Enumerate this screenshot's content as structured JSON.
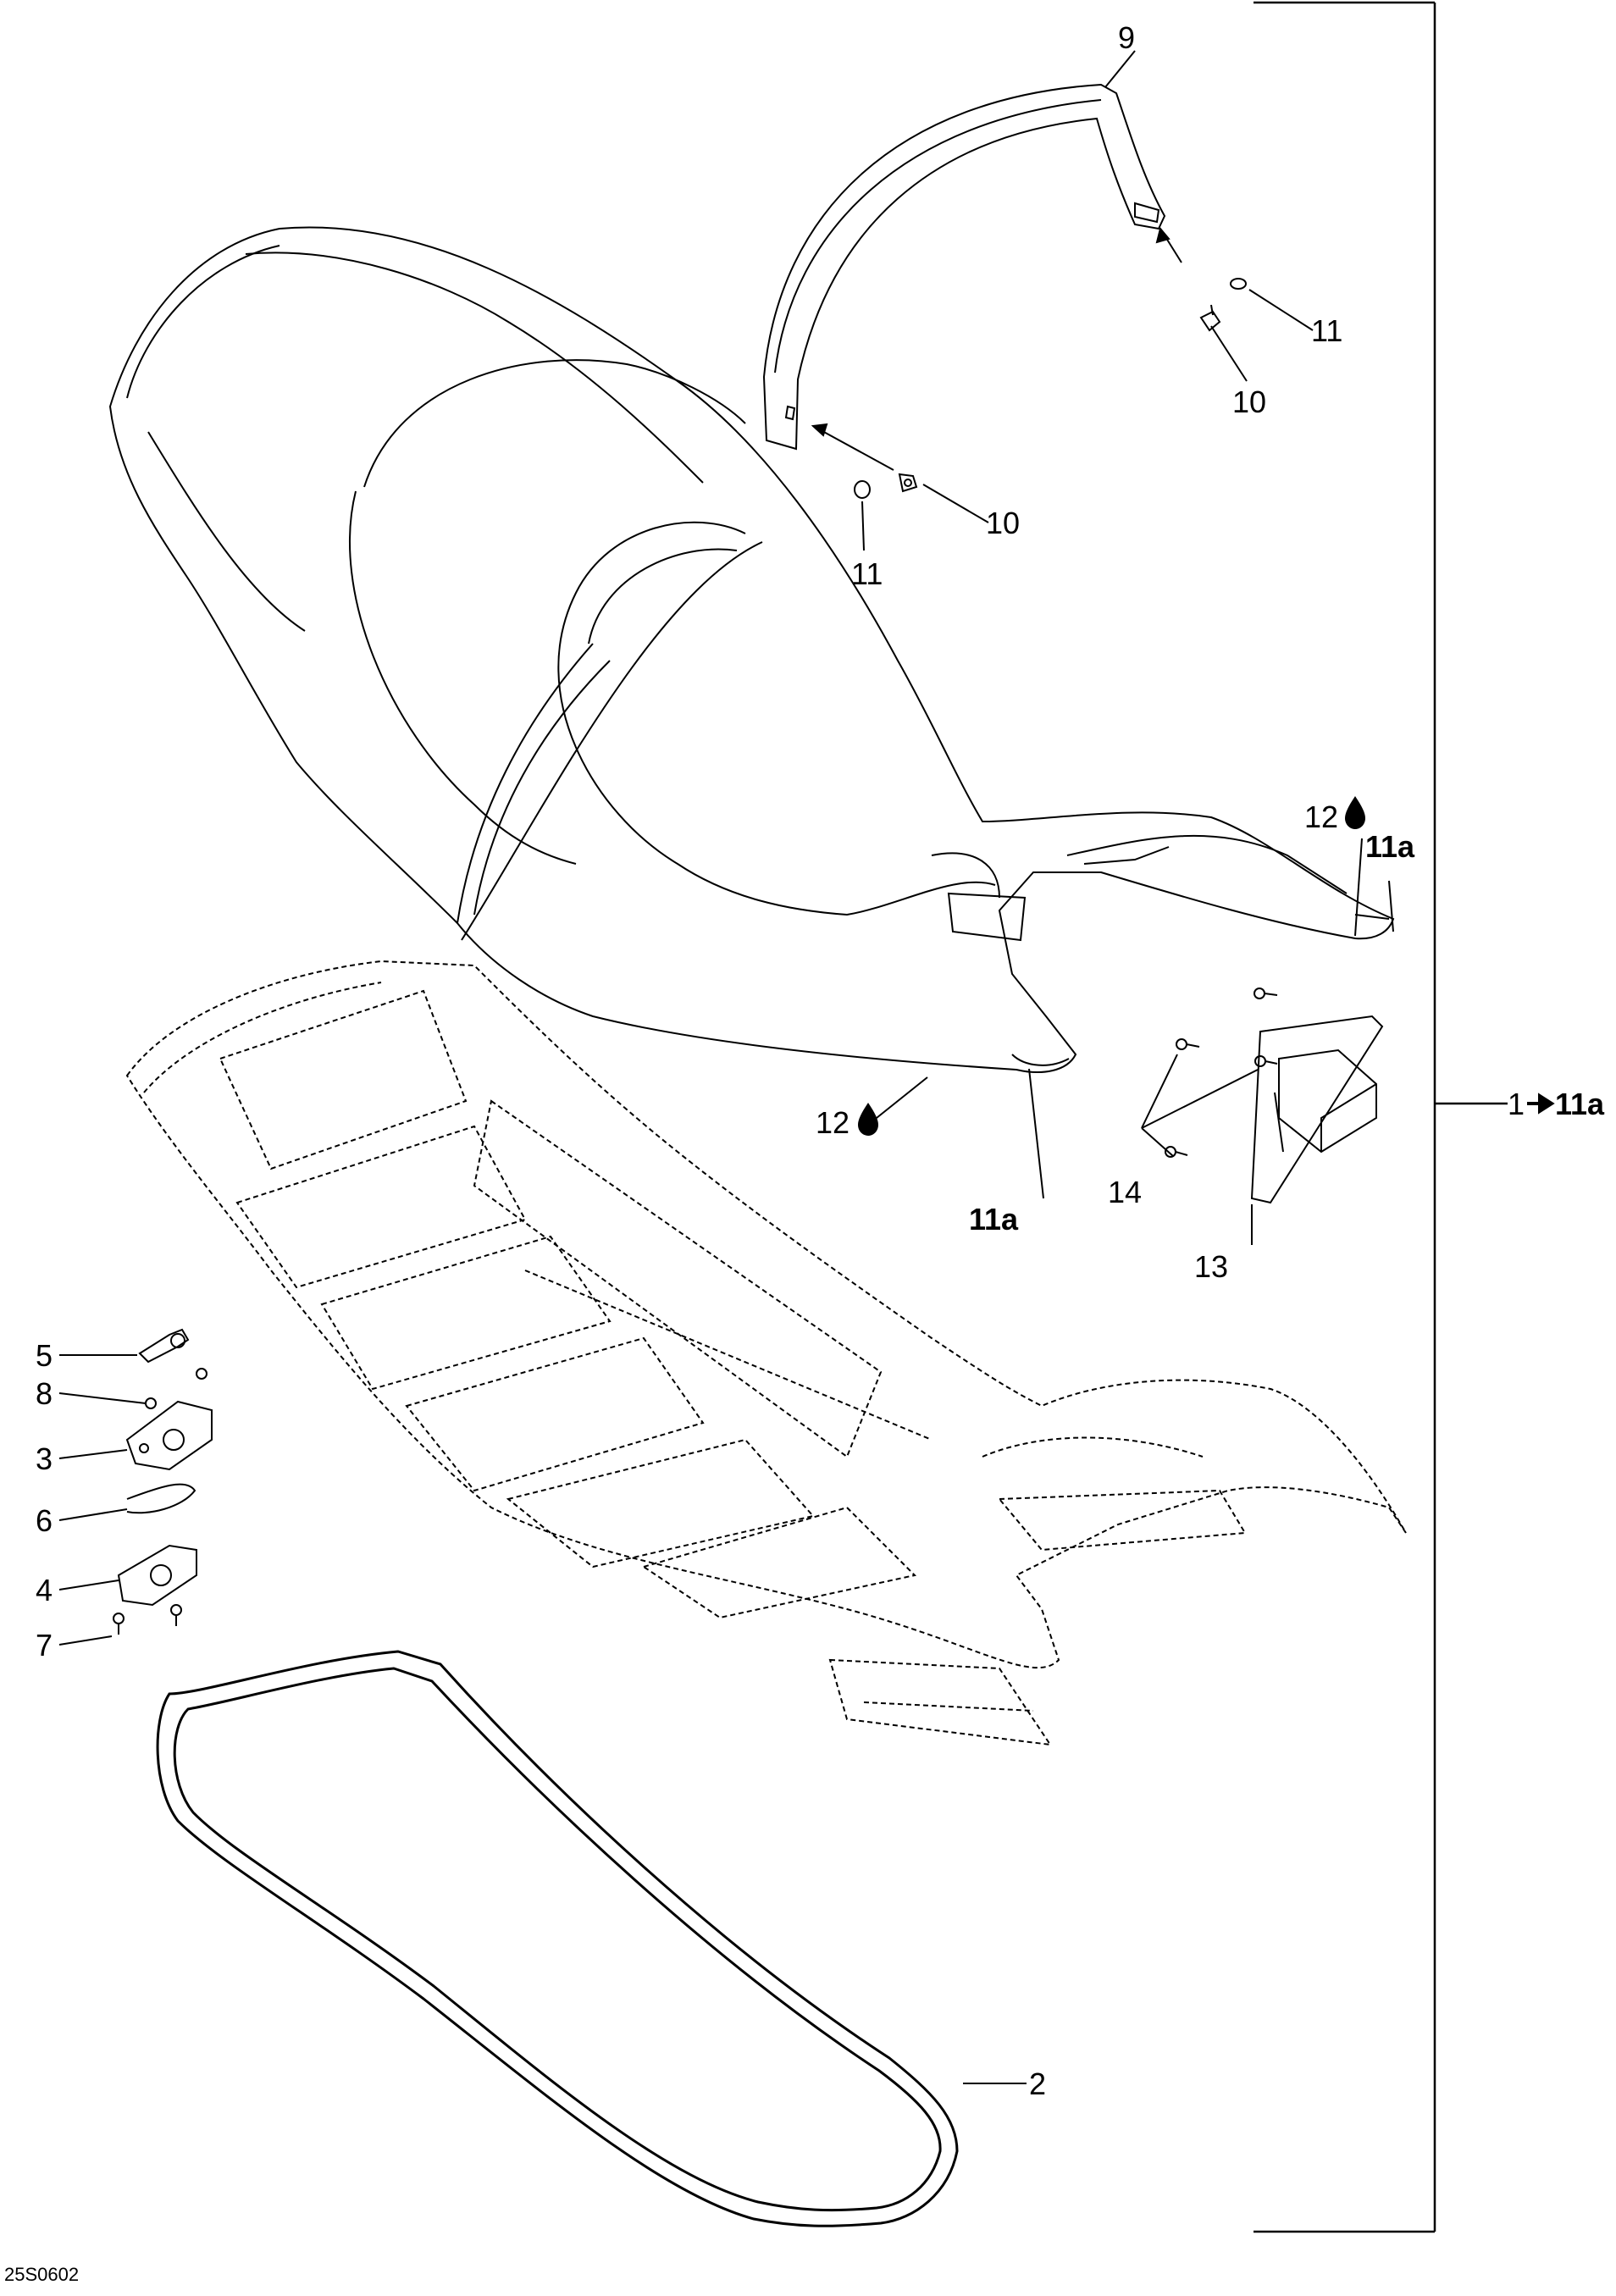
{
  "figure_code": "25S0602",
  "callouts": {
    "c1": "1",
    "c1_range_end": "11a",
    "c2": "2",
    "c3": "3",
    "c4": "4",
    "c5": "5",
    "c6": "6",
    "c7": "7",
    "c8": "8",
    "c9": "9",
    "c10_upper": "10",
    "c10_lower": "10",
    "c11_upper": "11",
    "c11_lower": "11",
    "c11a_right": "11a",
    "c11a_bottom": "11a",
    "c12_right": "12",
    "c12_bottom": "12",
    "c13": "13",
    "c14": "14"
  },
  "icons": {
    "range_arrow": "right-arrow-icon",
    "drop": "liquid-drop-icon"
  },
  "colors": {
    "line": "#000000",
    "background": "#ffffff"
  }
}
